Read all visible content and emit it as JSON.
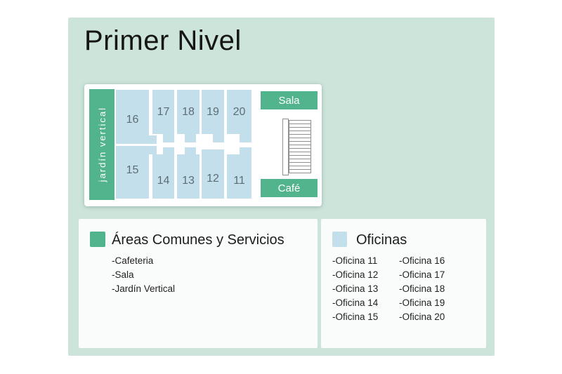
{
  "title": "Primer Nivel",
  "colors": {
    "green": "#52b48c",
    "blue": "#c3dfec",
    "mint": "#cde4da",
    "panel": "#fafcfb"
  },
  "floor_plan": {
    "garden_label": "jardín vertical",
    "sala_label": "Sala",
    "cafe_label": "Café",
    "offices": {
      "o16": "16",
      "o17": "17",
      "o18": "18",
      "o19": "19",
      "o20": "20",
      "o15": "15",
      "o14": "14",
      "o13": "13",
      "o12": "12",
      "o11": "11"
    }
  },
  "legend_common": {
    "title": "Áreas Comunes y Servicios",
    "items": [
      "-Cafeteria",
      "-Sala",
      "-Jardín Vertical"
    ]
  },
  "legend_offices": {
    "title": "Oficinas",
    "col1": [
      "-Oficina 11",
      "-Oficina 12",
      "-Oficina 13",
      "-Oficina 14",
      "-Oficina 15"
    ],
    "col2": [
      "-Oficina 16",
      "-Oficina 17",
      "-Oficina 18",
      "-Oficina 19",
      "-Oficina 20"
    ]
  }
}
